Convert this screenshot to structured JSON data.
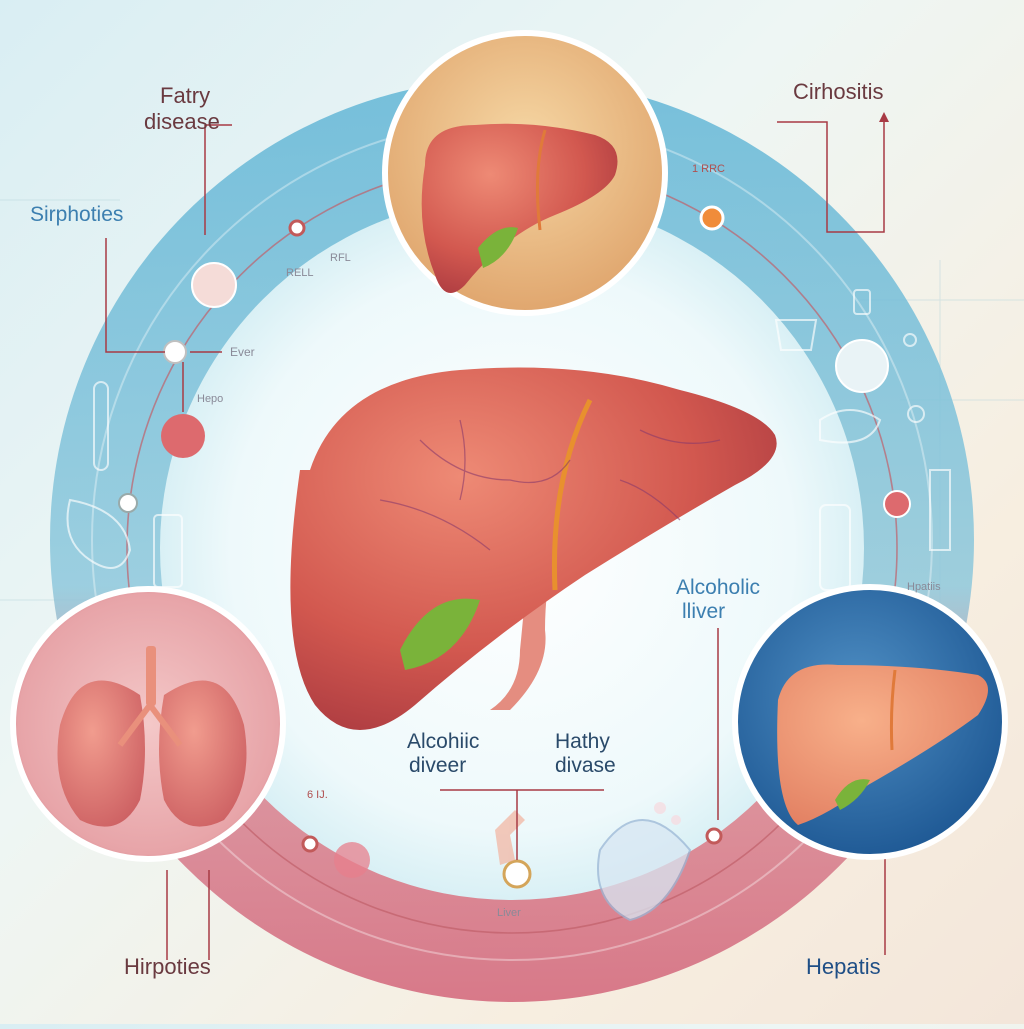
{
  "labels": {
    "fatty_disease": [
      "Fatry",
      "disease"
    ],
    "cirhositis": "Cirhositis",
    "sirphoties": "Sirphoties",
    "ever": "Ever",
    "hirpoties": "Hirpoties",
    "hepatis": "Hepatis",
    "alcoholic_liver_right": [
      "Alcoholic",
      "lliver"
    ],
    "alcohic_diveer": [
      "Alcohiic",
      "diveer"
    ],
    "hathy_divase": [
      "Hathy",
      "divase"
    ],
    "small": {
      "top_right_tick": "1 RRC",
      "bottom_left_tick": "6 IJ.",
      "bottom_center": "Liver",
      "right_side": "Hpatiis",
      "left_tick": "Hepo",
      "top_mid": "RFL",
      "top_mid2": "RELL"
    }
  },
  "colors": {
    "ring_blue": "#5fb3d3",
    "ring_pink": "#d36a7e",
    "liver": "#c9504e",
    "liver_light": "#e47a68",
    "leaf": "#7ab33a",
    "top_circle": "#e8b27a",
    "left_circle": "#c85a6a",
    "right_circle": "#1f5f97"
  }
}
